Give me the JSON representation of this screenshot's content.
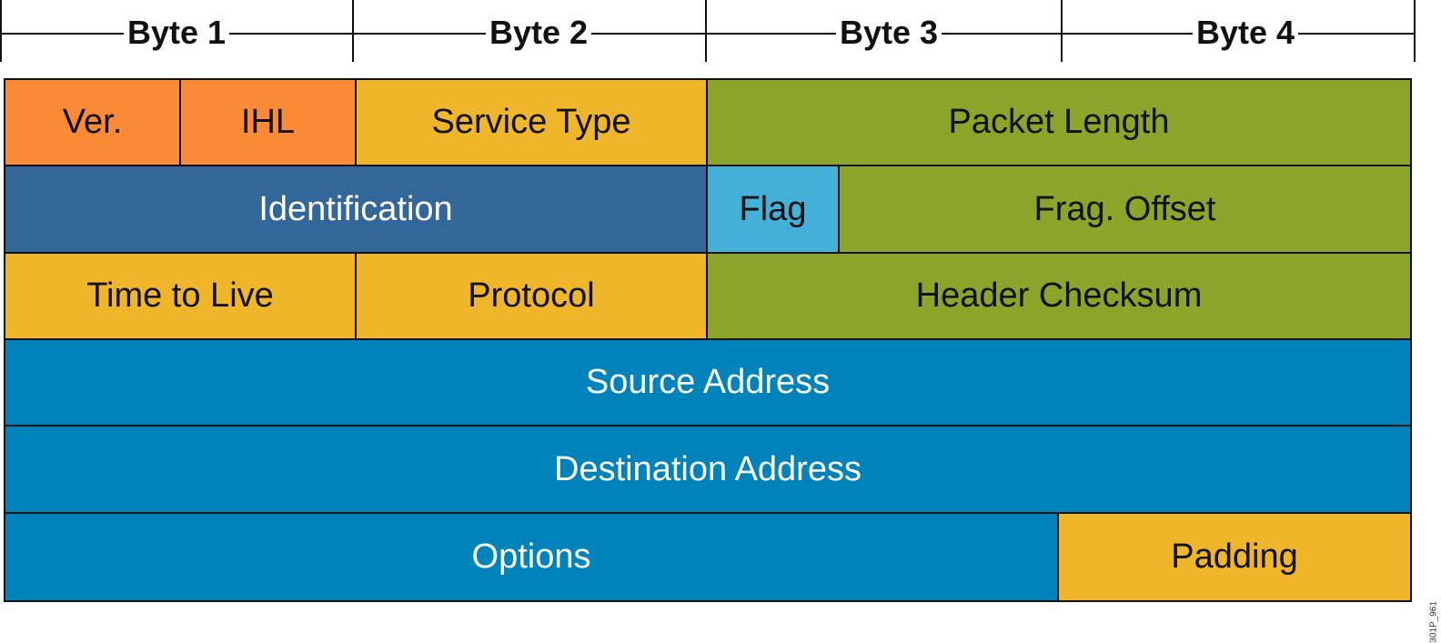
{
  "byte_labels": [
    "Byte 1",
    "Byte 2",
    "Byte 3",
    "Byte 4"
  ],
  "colors": {
    "orange": "#fb8b36",
    "yellow": "#eeb628",
    "green": "#8aa52a",
    "dark_blue": "#336799",
    "light_blue": "#44b0d8",
    "blue": "#0083ba",
    "text_dark": "#111111",
    "text_light": "#ffffff"
  },
  "rows": [
    [
      {
        "label": "Ver.",
        "bits": 4,
        "color": "orange",
        "text": "dark"
      },
      {
        "label": "IHL",
        "bits": 4,
        "color": "orange",
        "text": "dark"
      },
      {
        "label": "Service Type",
        "bits": 8,
        "color": "yellow",
        "text": "dark"
      },
      {
        "label": "Packet Length",
        "bits": 16,
        "color": "green",
        "text": "dark"
      }
    ],
    [
      {
        "label": "Identification",
        "bits": 16,
        "color": "dark_blue",
        "text": "light"
      },
      {
        "label": "Flag",
        "bits": 3,
        "color": "light_blue",
        "text": "dark"
      },
      {
        "label": "Frag. Offset",
        "bits": 13,
        "color": "green",
        "text": "dark"
      }
    ],
    [
      {
        "label": "Time to Live",
        "bits": 8,
        "color": "yellow",
        "text": "dark"
      },
      {
        "label": "Protocol",
        "bits": 8,
        "color": "yellow",
        "text": "dark"
      },
      {
        "label": "Header Checksum",
        "bits": 16,
        "color": "green",
        "text": "dark"
      }
    ],
    [
      {
        "label": "Source Address",
        "bits": 32,
        "color": "blue",
        "text": "light"
      }
    ],
    [
      {
        "label": "Destination Address",
        "bits": 32,
        "color": "blue",
        "text": "light"
      }
    ],
    [
      {
        "label": "Options",
        "bits": 24,
        "color": "blue",
        "text": "light"
      },
      {
        "label": "Padding",
        "bits": 8,
        "color": "yellow",
        "text": "dark"
      }
    ]
  ],
  "ref_code": "301P_961"
}
